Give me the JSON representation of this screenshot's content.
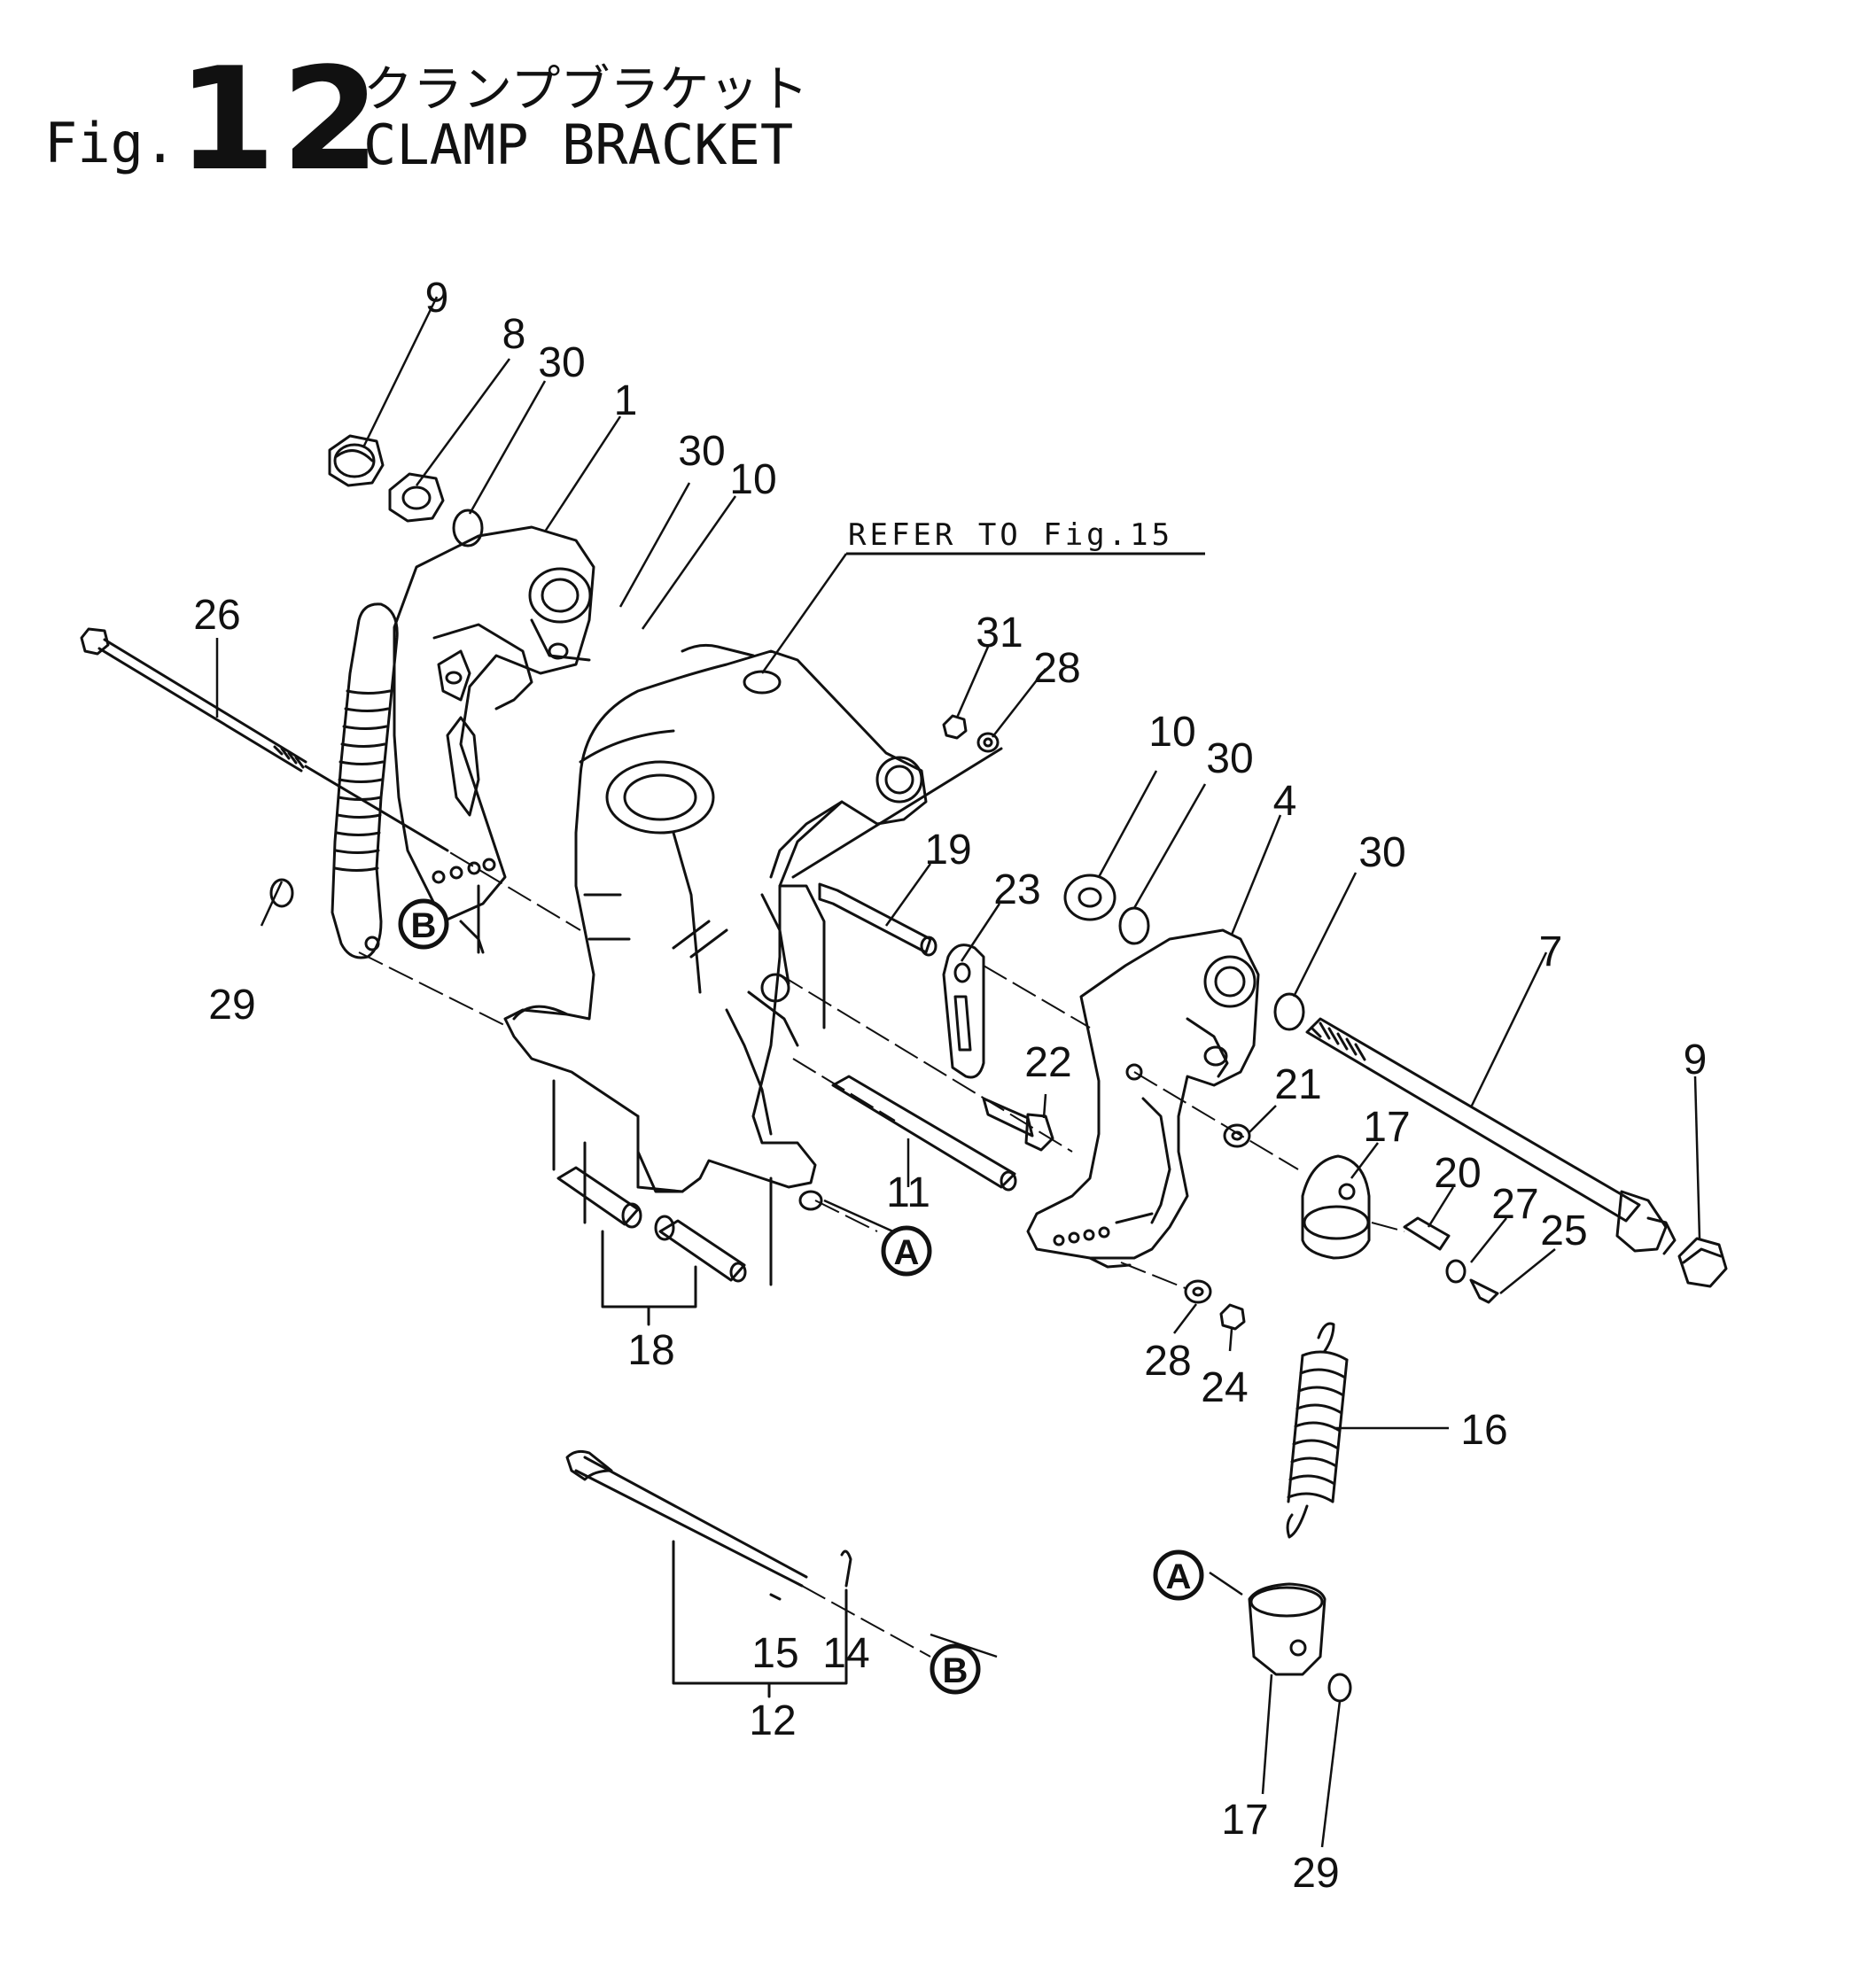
{
  "header": {
    "fig_prefix": "Fig.",
    "fig_number": "12",
    "title_jp": "クランプブラケット",
    "title_en": "CLAMP BRACKET"
  },
  "reference_note": "REFER TO Fig.15",
  "callouts": {
    "c9a": "9",
    "c8": "8",
    "c30a": "30",
    "c1": "1",
    "c30b": "30",
    "c10a": "10",
    "c26": "26",
    "c29a": "29",
    "c31": "31",
    "c28a": "28",
    "c10b": "10",
    "c30c": "30",
    "c4": "4",
    "c30d": "30",
    "c19": "19",
    "c23": "23",
    "c7": "7",
    "c9b": "9",
    "c22": "22",
    "c21": "21",
    "c17a": "17",
    "c20": "20",
    "c27": "27",
    "c25": "25",
    "c11": "11",
    "c18": "18",
    "c28b": "28",
    "c24": "24",
    "c16": "16",
    "c15": "15",
    "c14": "14",
    "c12": "12",
    "c17b": "17",
    "c29b": "29"
  },
  "markers": {
    "a1": "A",
    "a2": "A",
    "b1": "B",
    "b2": "B"
  }
}
